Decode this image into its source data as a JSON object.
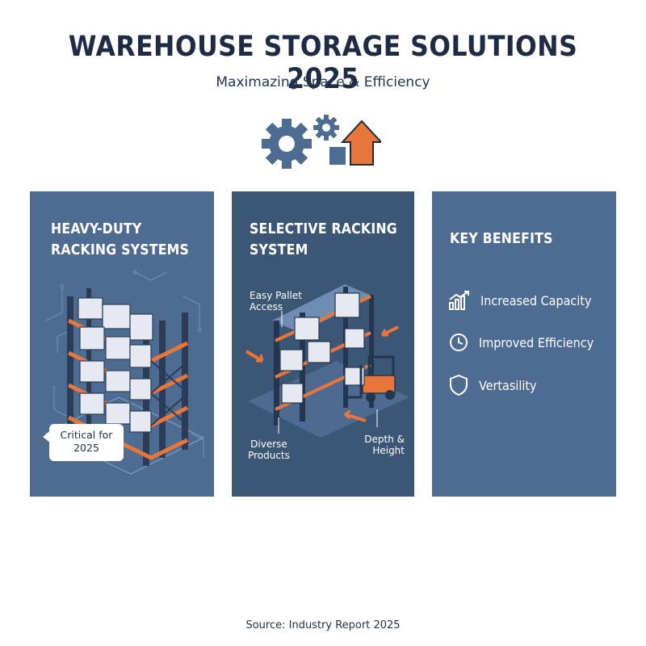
{
  "header": {
    "title": "WAREHOUSE STORAGE SOLUTIONS 2025",
    "subtitle": "Maximazing Space & Efficiency",
    "hero_icons": [
      "gear-icon",
      "gear-icon",
      "box-icon",
      "arrow-up-icon"
    ]
  },
  "panels": [
    {
      "title": "HEAVY-DUTY RACKING SYSTEMS",
      "callout": "Critical for 2025"
    },
    {
      "title": "SELECTIVE RACKING SYSTEM",
      "labels": {
        "easy_access": "Easy Pallet Access",
        "diverse": "Diverse Products",
        "depth": "Depth & Height"
      }
    },
    {
      "title": "KEY BENEFITS",
      "benefits": [
        {
          "icon": "bar-chart-icon",
          "label": "Increased Capacity"
        },
        {
          "icon": "clock-icon",
          "label": "Improved Efficiency"
        },
        {
          "icon": "shield-icon",
          "label": "Vertasility"
        }
      ]
    }
  ],
  "colors": {
    "navy": "#1d2b45",
    "panel_blue": "#4e6c92",
    "panel_dark": "#3c5676",
    "accent_orange": "#e8763a"
  },
  "footer": {
    "source": "Source: Industry Report 2025"
  }
}
